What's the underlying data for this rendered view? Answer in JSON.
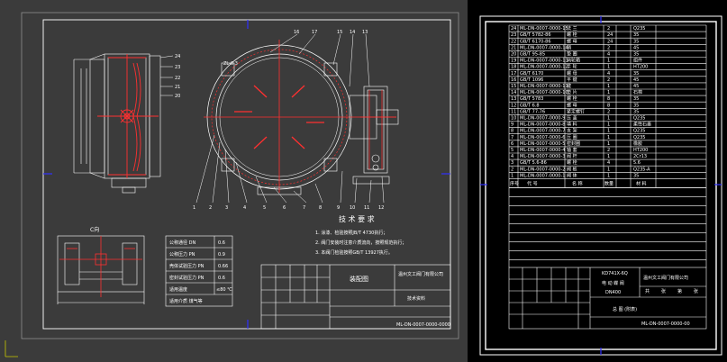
{
  "colors": {
    "background": "#000000",
    "sheet_bg": "#3b3b3b",
    "line": "#ffffff",
    "red": "#ff3030",
    "blue": "#2020ff",
    "gray": "#9a9a9a",
    "yellow": "#d0d000"
  },
  "main_sheet": {
    "section_label": "C向",
    "tech_title": "技 术 要 求",
    "tech_notes": [
      "1. 涂漆、检验按照JB/T 4730执行；",
      "2. 阀门安装时注意介质流向，按照规范执行；",
      "3. 本阀门检验按照GB/T 13927执行。"
    ],
    "spec_rows": [
      {
        "label": "公称通径 DN",
        "value": "0.6"
      },
      {
        "label": "公称压力 PN",
        "value": "0.9"
      },
      {
        "label": "壳体试验压力 PN",
        "value": "0.66"
      },
      {
        "label": "密封试验压力 PN",
        "value": "0.6"
      },
      {
        "label": "适用温度",
        "value": "≤80 ℃"
      },
      {
        "label": "适用介质 煤气等",
        "value": ""
      }
    ],
    "title_block": {
      "drawing_name": "装配图",
      "company": "温州文工阀门有限公司",
      "extra": "技术资料",
      "code": "ML-DN-0007-0000-0000"
    },
    "callout_numbers_top": [
      "16",
      "17",
      "15",
      "14",
      "13"
    ],
    "callout_numbers_bottom": [
      "1",
      "2",
      "3",
      "4",
      "5",
      "6",
      "7",
      "8",
      "9",
      "10",
      "11",
      "12"
    ],
    "callout_numbers_left": [
      "24",
      "23",
      "22",
      "21",
      "20"
    ],
    "leader_text": "ZL-6.3"
  },
  "bom_sheet": {
    "rows": [
      {
        "n": "1",
        "code": "ML-DN-0007-0000-1",
        "name": "阀 体",
        "q": "1",
        "m": "35"
      },
      {
        "n": "2",
        "code": "ML-DN-0007-0000-2",
        "name": "阀 板",
        "q": "1",
        "m": "Q235-A"
      },
      {
        "n": "3",
        "code": "GB/T 5.6-86",
        "name": "螺 栓",
        "q": "4",
        "m": "5.6"
      },
      {
        "n": "4",
        "code": "ML-DN-0007-0000-3",
        "name": "阀 杆",
        "q": "1",
        "m": "2Cr13"
      },
      {
        "n": "5",
        "code": "ML-DN-0007-0000-4",
        "name": "轴 套",
        "q": "2",
        "m": "HT200"
      },
      {
        "n": "6",
        "code": "ML-DN-0007-0000-5",
        "name": "密封圈",
        "q": "1",
        "m": "橡胶"
      },
      {
        "n": "7",
        "code": "ML-DN-0007-0000-6",
        "name": "压 圈",
        "q": "1",
        "m": "Q235"
      },
      {
        "n": "8",
        "code": "ML-DN-0007-0000-7",
        "name": "支 架",
        "q": "1",
        "m": "Q235"
      },
      {
        "n": "9",
        "code": "ML-DN-0007-0000-8",
        "name": "填 料",
        "q": "1",
        "m": "柔性石墨"
      },
      {
        "n": "10",
        "code": "ML-DN-0007-0000-9",
        "name": "压 盖",
        "q": "1",
        "m": "Q235"
      },
      {
        "n": "11",
        "code": "GB/T 77-76",
        "name": "紧定螺钉",
        "q": "2",
        "m": "35"
      },
      {
        "n": "12",
        "code": "GB/T 6.8",
        "name": "螺 母",
        "q": "8",
        "m": "35"
      },
      {
        "n": "13",
        "code": "GB/T 5783",
        "name": "螺 栓",
        "q": "8",
        "m": "35"
      },
      {
        "n": "14",
        "code": "ML-DN-0007-0000-10",
        "name": "垫 片",
        "q": "1",
        "m": "石棉"
      },
      {
        "n": "15",
        "code": "ML-DN-0007-0000-11",
        "name": "键",
        "q": "1",
        "m": "45"
      },
      {
        "n": "16",
        "code": "GB/T 1096",
        "name": "平 键",
        "q": "2",
        "m": "45"
      },
      {
        "n": "17",
        "code": "GB/T 6170",
        "name": "螺 母",
        "q": "4",
        "m": "35"
      },
      {
        "n": "18",
        "code": "ML-DN-0007-0000-12",
        "name": "手 轮",
        "q": "1",
        "m": "HT200"
      },
      {
        "n": "19",
        "code": "ML-DN-0007-0000-13",
        "name": "涡轮箱",
        "q": "1",
        "m": "组件"
      },
      {
        "n": "20",
        "code": "GB/T 95-85",
        "name": "垫 圈",
        "q": "4",
        "m": "35"
      },
      {
        "n": "21",
        "code": "ML-DN-0007-0000-14",
        "name": "销",
        "q": "2",
        "m": "45"
      },
      {
        "n": "22",
        "code": "GB/T 6170-86",
        "name": "螺 母",
        "q": "24",
        "m": "35"
      },
      {
        "n": "23",
        "code": "GB/T 5782-86",
        "name": "螺 栓",
        "q": "24",
        "m": "35"
      },
      {
        "n": "24",
        "code": "ML-DN-0007-0000-15",
        "name": "法 兰",
        "q": "2",
        "m": "Q235"
      }
    ],
    "header": {
      "n": "序号",
      "code": "代 号",
      "name": "名 称",
      "q": "数量",
      "m": "材 料"
    },
    "title_block": {
      "model": "KD741X-6Q",
      "product": "电 动 蝶 阀",
      "size": "DN400",
      "company": "温州文工阀门有限公司",
      "drawing_type": "总 图 (附表)",
      "code": "ML-DN-0007-0000-00",
      "footer_labels": [
        "共",
        "张",
        "第",
        "张"
      ]
    }
  }
}
